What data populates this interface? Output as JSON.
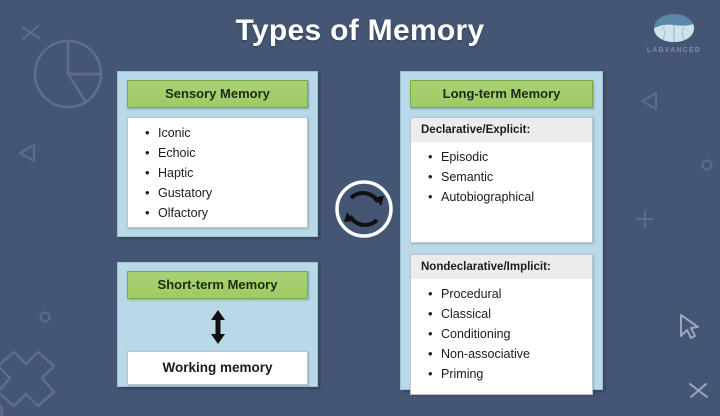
{
  "slide": {
    "title": "Types of Memory",
    "background_color": "#455674",
    "accent_green": "#9ecb66",
    "panel_blue": "#b9d9e9",
    "card_white": "#ffffff"
  },
  "logo": {
    "name": "labvanced-logo",
    "icon": "brain-icon",
    "text": "LABVANCED"
  },
  "center": {
    "icon": "cycle-arrows-icon"
  },
  "panels": {
    "sensory": {
      "header": "Sensory Memory",
      "items": [
        "Iconic",
        "Echoic",
        "Haptic",
        "Gustatory",
        "Olfactory"
      ]
    },
    "short_term": {
      "header": "Short-term Memory",
      "arrow_icon": "double-headed-vertical-arrow-icon",
      "working_memory": "Working  memory"
    },
    "long_term": {
      "header": "Long-term Memory",
      "sections": [
        {
          "title": "Declarative/Explicit:",
          "items": [
            "Episodic",
            "Semantic",
            "Autobiographical"
          ]
        },
        {
          "title": "Nondeclarative/Implicit:",
          "items": [
            "Procedural",
            "Classical",
            "Conditioning",
            "Non-associative",
            "Priming"
          ]
        }
      ]
    }
  },
  "decorations": [
    {
      "name": "pie-chart-doodle"
    },
    {
      "name": "x-mark-doodle-top-left"
    },
    {
      "name": "triangle-doodle-left"
    },
    {
      "name": "small-circle-doodle-left"
    },
    {
      "name": "puzzle-piece-doodle"
    },
    {
      "name": "triangle-doodle-right"
    },
    {
      "name": "small-circle-doodle-right"
    },
    {
      "name": "plus-doodle-right"
    },
    {
      "name": "cursor-arrow-doodle"
    },
    {
      "name": "x-mark-doodle-bottom-right"
    }
  ]
}
